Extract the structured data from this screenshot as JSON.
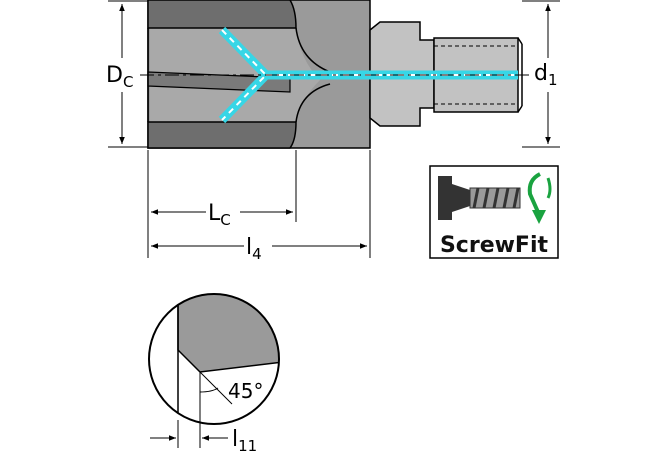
{
  "dimensions": {
    "dc": {
      "main": "D",
      "sub": "C"
    },
    "d1": {
      "main": "d",
      "sub": "1"
    },
    "lc": {
      "main": "L",
      "sub": "C"
    },
    "l4": {
      "main": "l",
      "sub": "4"
    },
    "l11": {
      "main": "l",
      "sub": "11"
    }
  },
  "angle_label": "45°",
  "badge": {
    "label": "ScrewFit",
    "icon": "screwfit-icon",
    "arrow_color": "#1aa340"
  },
  "colors": {
    "body_gray": "#9a9a9a",
    "dark_gray": "#6e6e6e",
    "coolant": "#37d6e6",
    "line": "#000000"
  }
}
